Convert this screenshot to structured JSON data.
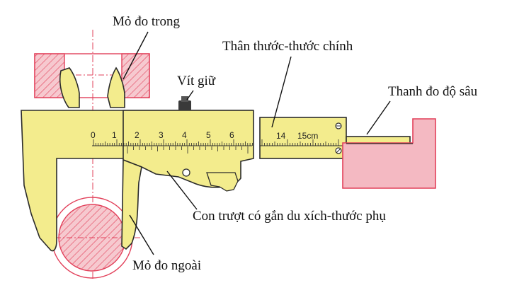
{
  "labels": {
    "inner_jaws": "Mỏ đo trong",
    "main_beam": "Thân thước-thước chính",
    "lock_screw": "Vít giữ",
    "depth_rod": "Thanh đo độ sâu",
    "slider_vernier": "Con trượt có gắn du xích-thước phụ",
    "outer_jaws": "Mỏ đo ngoài"
  },
  "scale": {
    "digits": [
      "0",
      "1",
      "2",
      "3",
      "4",
      "5",
      "6"
    ],
    "digit_14": "14",
    "digit_15cm": "15cm"
  },
  "colors": {
    "body": "#f3ec8d",
    "outline": "#2b2b2b",
    "part_red": "#e2405a",
    "part_fill": "#f4b9c2"
  }
}
